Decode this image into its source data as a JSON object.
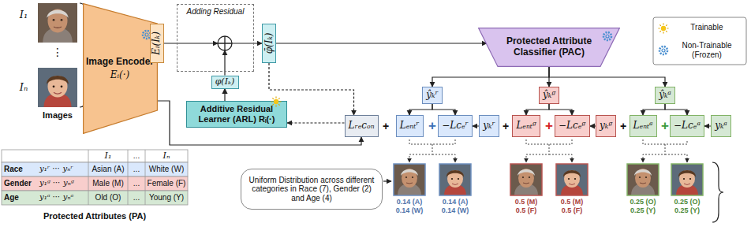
{
  "diagram": {
    "nodes": [
      {
        "text": [
          "Image Encoder",
          "Eᵢ(·)"
        ]
      },
      {
        "text": [
          "Eᵢ(Iₖ)"
        ]
      },
      {
        "text": [
          "Adding Residual"
        ]
      },
      {
        "text": [
          "φ̄(Iₖ)"
        ]
      },
      {
        "text": [
          "φ(Iₖ)"
        ]
      },
      {
        "text": [
          "Additive Residual Learner (ARL) Rᵢ(·)"
        ]
      },
      {
        "text": [
          "Protected Attribute Classifier (PAC)"
        ]
      },
      {
        "text": [
          "ŷₖʳ"
        ]
      },
      {
        "text": [
          "ŷₖᵍ"
        ]
      },
      {
        "text": [
          "ŷₖᵃ"
        ]
      },
      {
        "text": [
          "Lᵣₑcₒₙ"
        ]
      },
      {
        "text": [
          "Lₑₙₜʳ"
        ]
      },
      {
        "text": [
          "−Lcₑʳ"
        ]
      },
      {
        "text": [
          "yₖʳ"
        ]
      },
      {
        "text": [
          "Lₑₙₜᵍ"
        ]
      },
      {
        "text": [
          "−Lcₑᵍ"
        ]
      },
      {
        "text": [
          "yₖᵍ"
        ]
      },
      {
        "text": [
          "Lₑₙₜᵃ"
        ]
      },
      {
        "text": [
          "−Lcₑᵃ"
        ]
      },
      {
        "text": [
          "yₖᵃ"
        ]
      },
      {
        "text": [
          "Uniform Distribution across different categories in Race (7), Gender (2) and Age (4)"
        ]
      }
    ],
    "edges": [
      {
        "from": 0,
        "to": 1,
        "arrow": "to"
      },
      {
        "from": 1,
        "to": 2,
        "arrow": "to"
      },
      {
        "from": 2,
        "to": 3,
        "arrow": "to"
      },
      {
        "from": 4,
        "to": 2,
        "arrow": "to"
      },
      {
        "from": 5,
        "to": 4,
        "arrow": "to"
      },
      {
        "from": 3,
        "to": 6,
        "arrow": "to"
      },
      {
        "from": 0,
        "to": 10,
        "arrow": "to"
      },
      {
        "from": 3,
        "to": 10,
        "arrow": "to"
      },
      {
        "from": 10,
        "to": 5,
        "arrow": "to"
      },
      {
        "from": 6,
        "to": 7,
        "arrow": "to"
      },
      {
        "from": 6,
        "to": 8,
        "arrow": "to"
      },
      {
        "from": 6,
        "to": 9,
        "arrow": "to"
      },
      {
        "from": 7,
        "to": 11,
        "arrow": "to"
      },
      {
        "from": 7,
        "to": 12,
        "arrow": "to"
      },
      {
        "from": 8,
        "to": 14,
        "arrow": "to"
      },
      {
        "from": 8,
        "to": 15,
        "arrow": "to"
      },
      {
        "from": 9,
        "to": 17,
        "arrow": "to"
      },
      {
        "from": 9,
        "to": 18,
        "arrow": "to"
      },
      {
        "from": 13,
        "to": 12,
        "arrow": "to"
      },
      {
        "from": 16,
        "to": 15,
        "arrow": "to"
      },
      {
        "from": 19,
        "to": 18,
        "arrow": "to"
      }
    ],
    "labels": [
      "I₁",
      "⋮",
      "Iₙ",
      "Images",
      "I₁",
      "...",
      "Iₙ",
      "Race",
      "y₁ʳ ⋯ yₙʳ",
      "Asian (A)",
      "...",
      "White (W)",
      "Gender",
      "y₁ᵍ ⋯ yₙᵍ",
      "Male (M)",
      "...",
      "Female (F)",
      "Age",
      "y₁ᵃ ⋯ yₙᵃ",
      "Old (O)",
      "...",
      "Young (Y)",
      "Protected Attributes (PA)",
      "+",
      "+",
      "+",
      "+",
      "+",
      "+",
      "0.14 (A)",
      "0.14 (W)",
      "0.14 (A)",
      "0.14 (W)",
      "0.5 (M)",
      "0.5 (F)",
      "0.5 (M)",
      "0.5 (F)",
      "0.25 (O)",
      "0.25 (Y)",
      "0.25 (O)",
      "0.25 (Y)"
    ],
    "legend": [
      {
        "text": "Trainable"
      },
      {
        "text": "Non-Trainable (Frozen)"
      }
    ]
  }
}
